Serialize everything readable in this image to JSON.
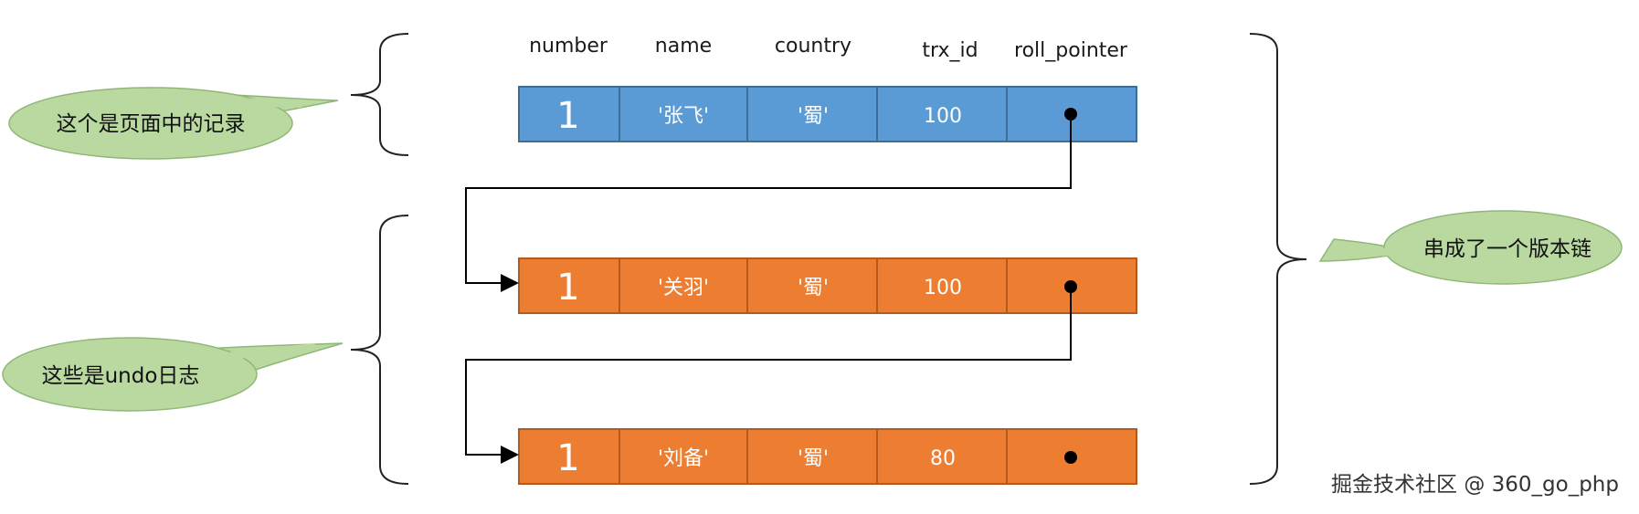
{
  "headers": [
    "number",
    "name",
    "country",
    "trx_id",
    "roll_pointer"
  ],
  "rows": [
    {
      "number": "1",
      "name": "'张飞'",
      "country": "'蜀'",
      "trx_id": "100",
      "fill": "#5b9bd5"
    },
    {
      "number": "1",
      "name": "'关羽'",
      "country": "'蜀'",
      "trx_id": "100",
      "fill": "#ed7d31"
    },
    {
      "number": "1",
      "name": "'刘备'",
      "country": "'蜀'",
      "trx_id": "80",
      "fill": "#ed7d31"
    }
  ],
  "callouts": {
    "page_record": "这个是页面中的记录",
    "undo_log": "这些是undo日志",
    "version_chain": "串成了一个版本链"
  },
  "colors": {
    "blue": "#5b9bd5",
    "orange": "#ed7d31",
    "cell_border": "#3d6e99",
    "callout_fill": "#b9d9a0",
    "callout_stroke": "#8fb777"
  },
  "watermark": "掘金技术社区 @ 360_go_php"
}
